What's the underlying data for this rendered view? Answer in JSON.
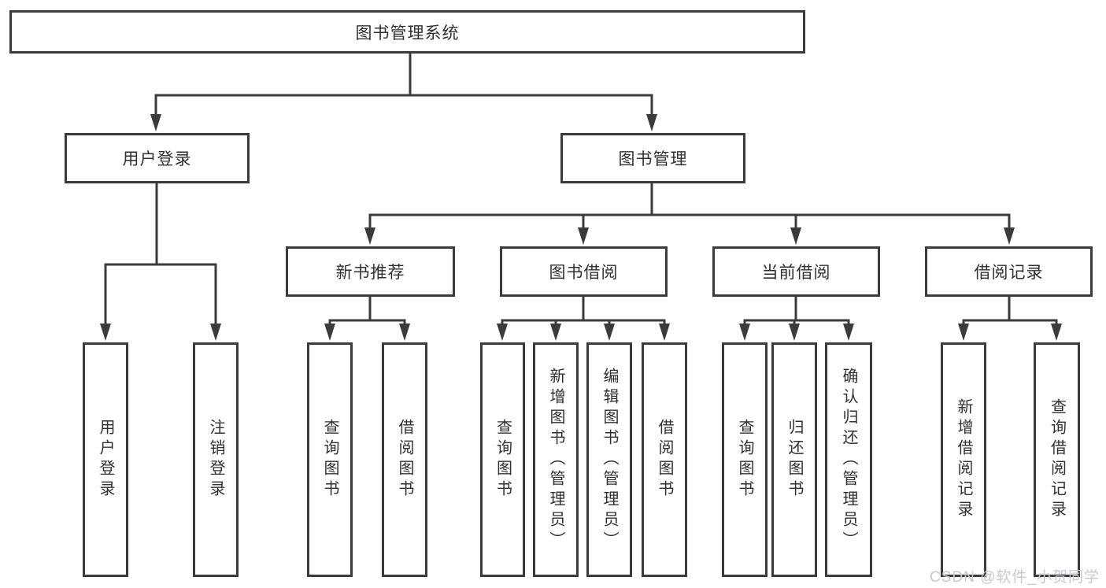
{
  "tree": {
    "label": "图书管理系统",
    "children": [
      {
        "label": "用户登录",
        "children": [
          {
            "label": "用户登录"
          },
          {
            "label": "注销登录"
          }
        ]
      },
      {
        "label": "图书管理",
        "children": [
          {
            "label": "新书推荐",
            "children": [
              {
                "label": "查询图书"
              },
              {
                "label": "借阅图书"
              }
            ]
          },
          {
            "label": "图书借阅",
            "children": [
              {
                "label": "查询图书"
              },
              {
                "label": "新增图书（管理员）"
              },
              {
                "label": "编辑图书（管理员）"
              },
              {
                "label": "借阅图书"
              }
            ]
          },
          {
            "label": "当前借阅",
            "children": [
              {
                "label": "查询图书"
              },
              {
                "label": "归还图书"
              },
              {
                "label": "确认归还（管理员）"
              }
            ]
          },
          {
            "label": "借阅记录",
            "children": [
              {
                "label": "新增借阅记录"
              },
              {
                "label": "查询借阅记录"
              }
            ]
          }
        ]
      }
    ]
  },
  "watermark": {
    "text": "CSDN @软件_小贺同学"
  },
  "colors": {
    "background": "#ffffff",
    "box_fill": "#ffffff",
    "box_border": "#3b3b3b",
    "connector_line": "#3b3b3b",
    "text": "#303030",
    "watermark_text": "#c9c9d2"
  }
}
